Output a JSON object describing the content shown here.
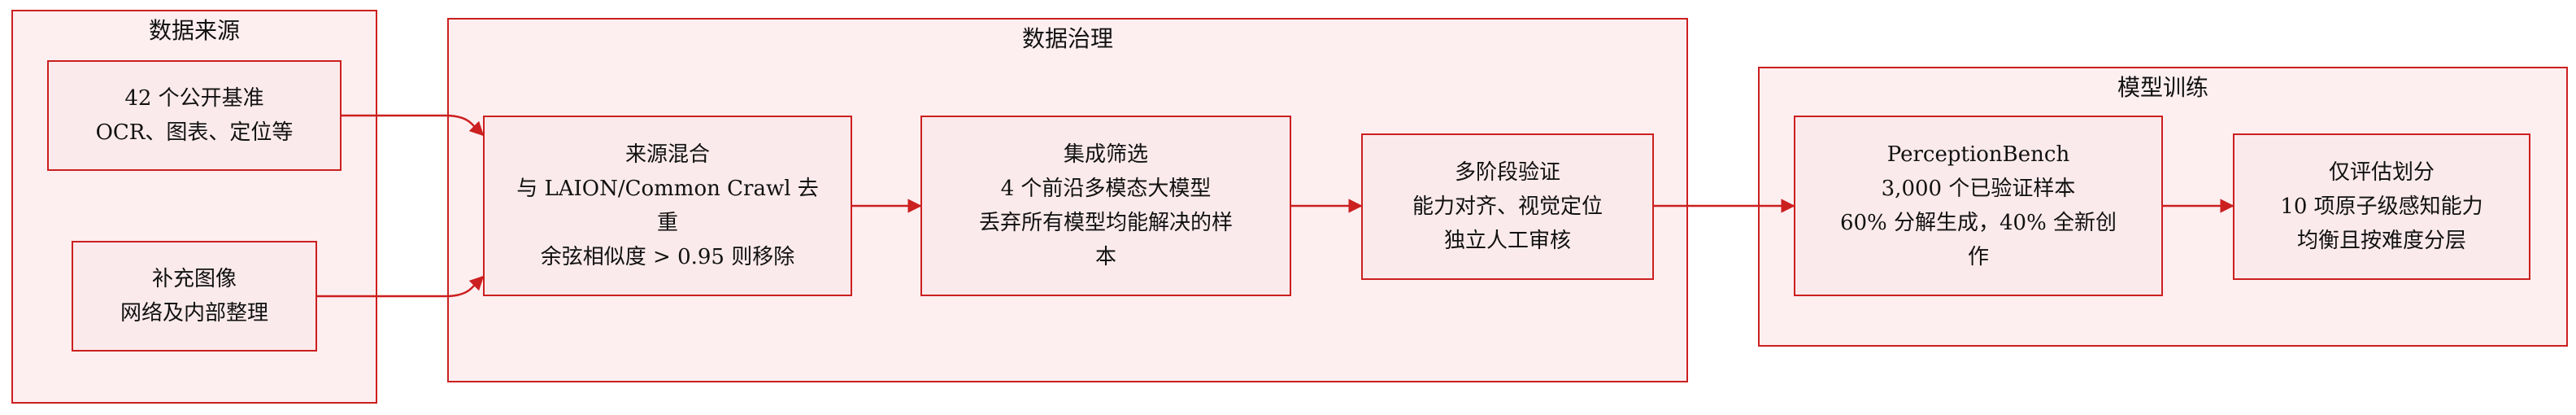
{
  "groups": {
    "data_source": {
      "title": "数据来源"
    },
    "data_governance": {
      "title": "数据治理"
    },
    "model_training": {
      "title": "模型训练"
    }
  },
  "nodes": {
    "public_benchmarks": {
      "lines": [
        "42 个公开基准",
        "OCR、图表、定位等"
      ]
    },
    "supplementary_images": {
      "lines": [
        "补充图像",
        "网络及内部整理"
      ]
    },
    "source_mixing": {
      "lines": [
        "来源混合",
        "与 LAION/Common Crawl 去",
        "重",
        "余弦相似度 > 0.95 则移除"
      ]
    },
    "ensemble_filtering": {
      "lines": [
        "集成筛选",
        "4 个前沿多模态大模型",
        "丢弃所有模型均能解决的样",
        "本"
      ]
    },
    "multi_stage_validation": {
      "lines": [
        "多阶段验证",
        "能力对齐、视觉定位",
        "独立人工审核"
      ]
    },
    "perception_bench": {
      "lines": [
        "PerceptionBench",
        "3,000 个已验证样本",
        "60% 分解生成，40% 全新创",
        "作"
      ]
    },
    "eval_split_only": {
      "lines": [
        "仅评估划分",
        "10 项原子级感知能力",
        "均衡且按难度分层"
      ]
    }
  },
  "colors": {
    "stroke": "#cc1f1f",
    "group_fill": "#fdeef0",
    "node_fill": "#fbeaec"
  }
}
